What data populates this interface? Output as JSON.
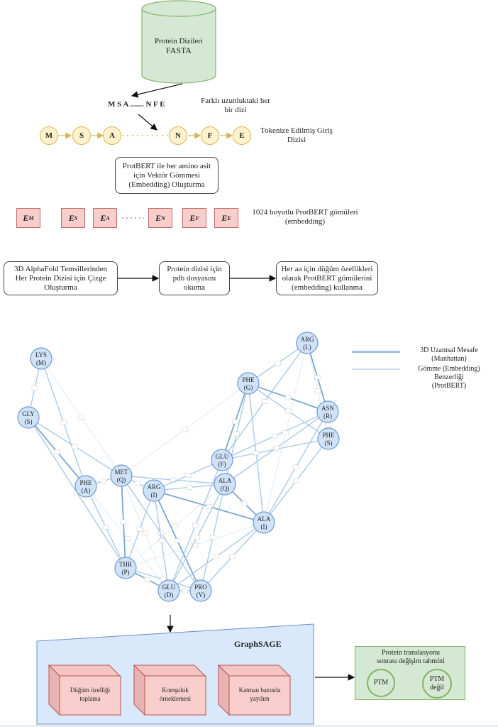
{
  "database": {
    "line1": "Protein Dizileri",
    "line2": "FASTA"
  },
  "sequence_text": "M S A ....... N F E",
  "sequence_note": {
    "line1": "Farklı uzunluktaki her",
    "line2": "bir dizi"
  },
  "tokens": [
    "M",
    "S",
    "A",
    "N",
    "F",
    "E"
  ],
  "tokens_note": {
    "line1": "Tokenize Edilmiş Giriş",
    "line2": "Dizisi"
  },
  "embedding_step": {
    "line1": "ProtBERT ile her amino asit",
    "line2": "için Vektör Gömmesi",
    "line3": "(Embedding) Oluşturma"
  },
  "embeddings": [
    {
      "base": "E",
      "sub": "M"
    },
    {
      "base": "E",
      "sub": "S"
    },
    {
      "base": "E",
      "sub": "A"
    },
    {
      "base": "E",
      "sub": "N"
    },
    {
      "base": "E",
      "sub": "F"
    },
    {
      "base": "E",
      "sub": "E"
    }
  ],
  "embeddings_note": {
    "line1": "1024 boyutlu ProtBERT gömüleri",
    "line2": "(embedding)"
  },
  "pipeline": [
    {
      "line1": "3D AlphaFold Temsillerinden",
      "line2": "Her Protein Dizisi için Çizge",
      "line3": "Oluşturma"
    },
    {
      "line1": "Protein dizisi için",
      "line2": "pdb dosyasını",
      "line3": "okuma"
    },
    {
      "line1": "Her aa için düğüm özellikleri",
      "line2": "olarak ProtBERT gömülerini",
      "line3": "(embedding) kullanma"
    }
  ],
  "legend": {
    "spatial": {
      "line1": "3D Uzamsal Mesafe",
      "line2": "(Manhattan)",
      "color": "#9cc3e6"
    },
    "embedding": {
      "line1": "Gömme (Embedding)",
      "line2": "Benzerliği",
      "line3": "(ProtBERT)",
      "color": "#c9def2"
    }
  },
  "graph": {
    "nodes": [
      {
        "id": "LYS_M",
        "name": "LYS",
        "code": "(M)"
      },
      {
        "id": "GLY_S",
        "name": "GLY",
        "code": "(S)"
      },
      {
        "id": "PHE_A",
        "name": "PHE",
        "code": "(A)"
      },
      {
        "id": "MET_Q",
        "name": "MET",
        "code": "(Q)"
      },
      {
        "id": "ARG_I",
        "name": "ARG",
        "code": "(I)"
      },
      {
        "id": "THR_P",
        "name": "THR",
        "code": "(P)"
      },
      {
        "id": "GLU_D",
        "name": "GLU",
        "code": "(D)"
      },
      {
        "id": "PRO_V",
        "name": "PRO",
        "code": "(V)"
      },
      {
        "id": "GLU_F",
        "name": "GLU",
        "code": "(F)"
      },
      {
        "id": "ALA_Q",
        "name": "ALA",
        "code": "(Q)"
      },
      {
        "id": "ALA_I",
        "name": "ALA",
        "code": "(I)"
      },
      {
        "id": "PHE_G",
        "name": "PHE",
        "code": "(G)"
      },
      {
        "id": "ARG_L",
        "name": "ARG",
        "code": "(L)"
      },
      {
        "id": "ASN_R",
        "name": "ASN",
        "code": "(R)"
      },
      {
        "id": "PHE_S",
        "name": "PHE",
        "code": "(S)"
      }
    ],
    "edges": [
      [
        "LYS_M",
        "GLY_S",
        1
      ],
      [
        "LYS_M",
        "PHE_A",
        1
      ],
      [
        "LYS_M",
        "MET_Q",
        0
      ],
      [
        "GLY_S",
        "PHE_A",
        2
      ],
      [
        "GLY_S",
        "MET_Q",
        1
      ],
      [
        "GLY_S",
        "THR_P",
        1
      ],
      [
        "PHE_A",
        "MET_Q",
        1
      ],
      [
        "PHE_A",
        "THR_P",
        1
      ],
      [
        "PHE_A",
        "GLU_D",
        0
      ],
      [
        "MET_Q",
        "ARG_I",
        1
      ],
      [
        "MET_Q",
        "ALA_Q",
        1
      ],
      [
        "MET_Q",
        "THR_P",
        2
      ],
      [
        "MET_Q",
        "PRO_V",
        1
      ],
      [
        "MET_Q",
        "GLU_D",
        0
      ],
      [
        "MET_Q",
        "PHE_G",
        0
      ],
      [
        "ARG_I",
        "GLU_F",
        1
      ],
      [
        "ARG_I",
        "ALA_Q",
        1
      ],
      [
        "ARG_I",
        "ALA_I",
        2
      ],
      [
        "ARG_I",
        "GLU_D",
        1
      ],
      [
        "ARG_I",
        "PRO_V",
        2
      ],
      [
        "ARG_I",
        "THR_P",
        1
      ],
      [
        "THR_P",
        "GLU_D",
        2
      ],
      [
        "THR_P",
        "ALA_Q",
        0
      ],
      [
        "THR_P",
        "ALA_I",
        0
      ],
      [
        "THR_P",
        "PRO_V",
        1
      ],
      [
        "GLU_D",
        "PRO_V",
        1
      ],
      [
        "GLU_D",
        "ALA_Q",
        1
      ],
      [
        "GLU_D",
        "GLU_F",
        1
      ],
      [
        "GLU_D",
        "ALA_I",
        1
      ],
      [
        "PRO_V",
        "ALA_Q",
        1
      ],
      [
        "PRO_V",
        "ALA_I",
        1
      ],
      [
        "GLU_F",
        "PHE_G",
        2
      ],
      [
        "GLU_F",
        "ASN_R",
        1
      ],
      [
        "GLU_F",
        "PHE_S",
        1
      ],
      [
        "GLU_F",
        "ALA_Q",
        1
      ],
      [
        "ALA_Q",
        "ALA_I",
        2
      ],
      [
        "ALA_Q",
        "PHE_G",
        1
      ],
      [
        "ALA_Q",
        "ASN_R",
        1
      ],
      [
        "ALA_I",
        "PHE_G",
        1
      ],
      [
        "ALA_I",
        "ASN_R",
        1
      ],
      [
        "ALA_I",
        "PHE_S",
        1
      ],
      [
        "ALA_I",
        "ARG_L",
        0
      ],
      [
        "PHE_G",
        "ARG_L",
        1
      ],
      [
        "PHE_G",
        "ASN_R",
        2
      ],
      [
        "PHE_G",
        "PHE_S",
        1
      ],
      [
        "ARG_L",
        "ASN_R",
        2
      ],
      [
        "ARG_L",
        "GLU_F",
        1
      ],
      [
        "ARG_L",
        "PHE_S",
        0
      ],
      [
        "ASN_R",
        "PHE_S",
        1
      ]
    ]
  },
  "graphsage": {
    "title": "GraphSAGE",
    "blocks": [
      {
        "line1": "Düğüm özelliği",
        "line2": "toplama"
      },
      {
        "line1": "Komşuluk",
        "line2": "örneklemesi"
      },
      {
        "line1": "Katman bazında",
        "line2": "yayılım"
      }
    ]
  },
  "prediction": {
    "title_line1": "Protein translasyonu",
    "title_line2": "sonrası değişim tahmini",
    "classes": [
      {
        "line1": "PTM",
        "line2": ""
      },
      {
        "line1": "PTM",
        "line2": "değil"
      }
    ]
  }
}
